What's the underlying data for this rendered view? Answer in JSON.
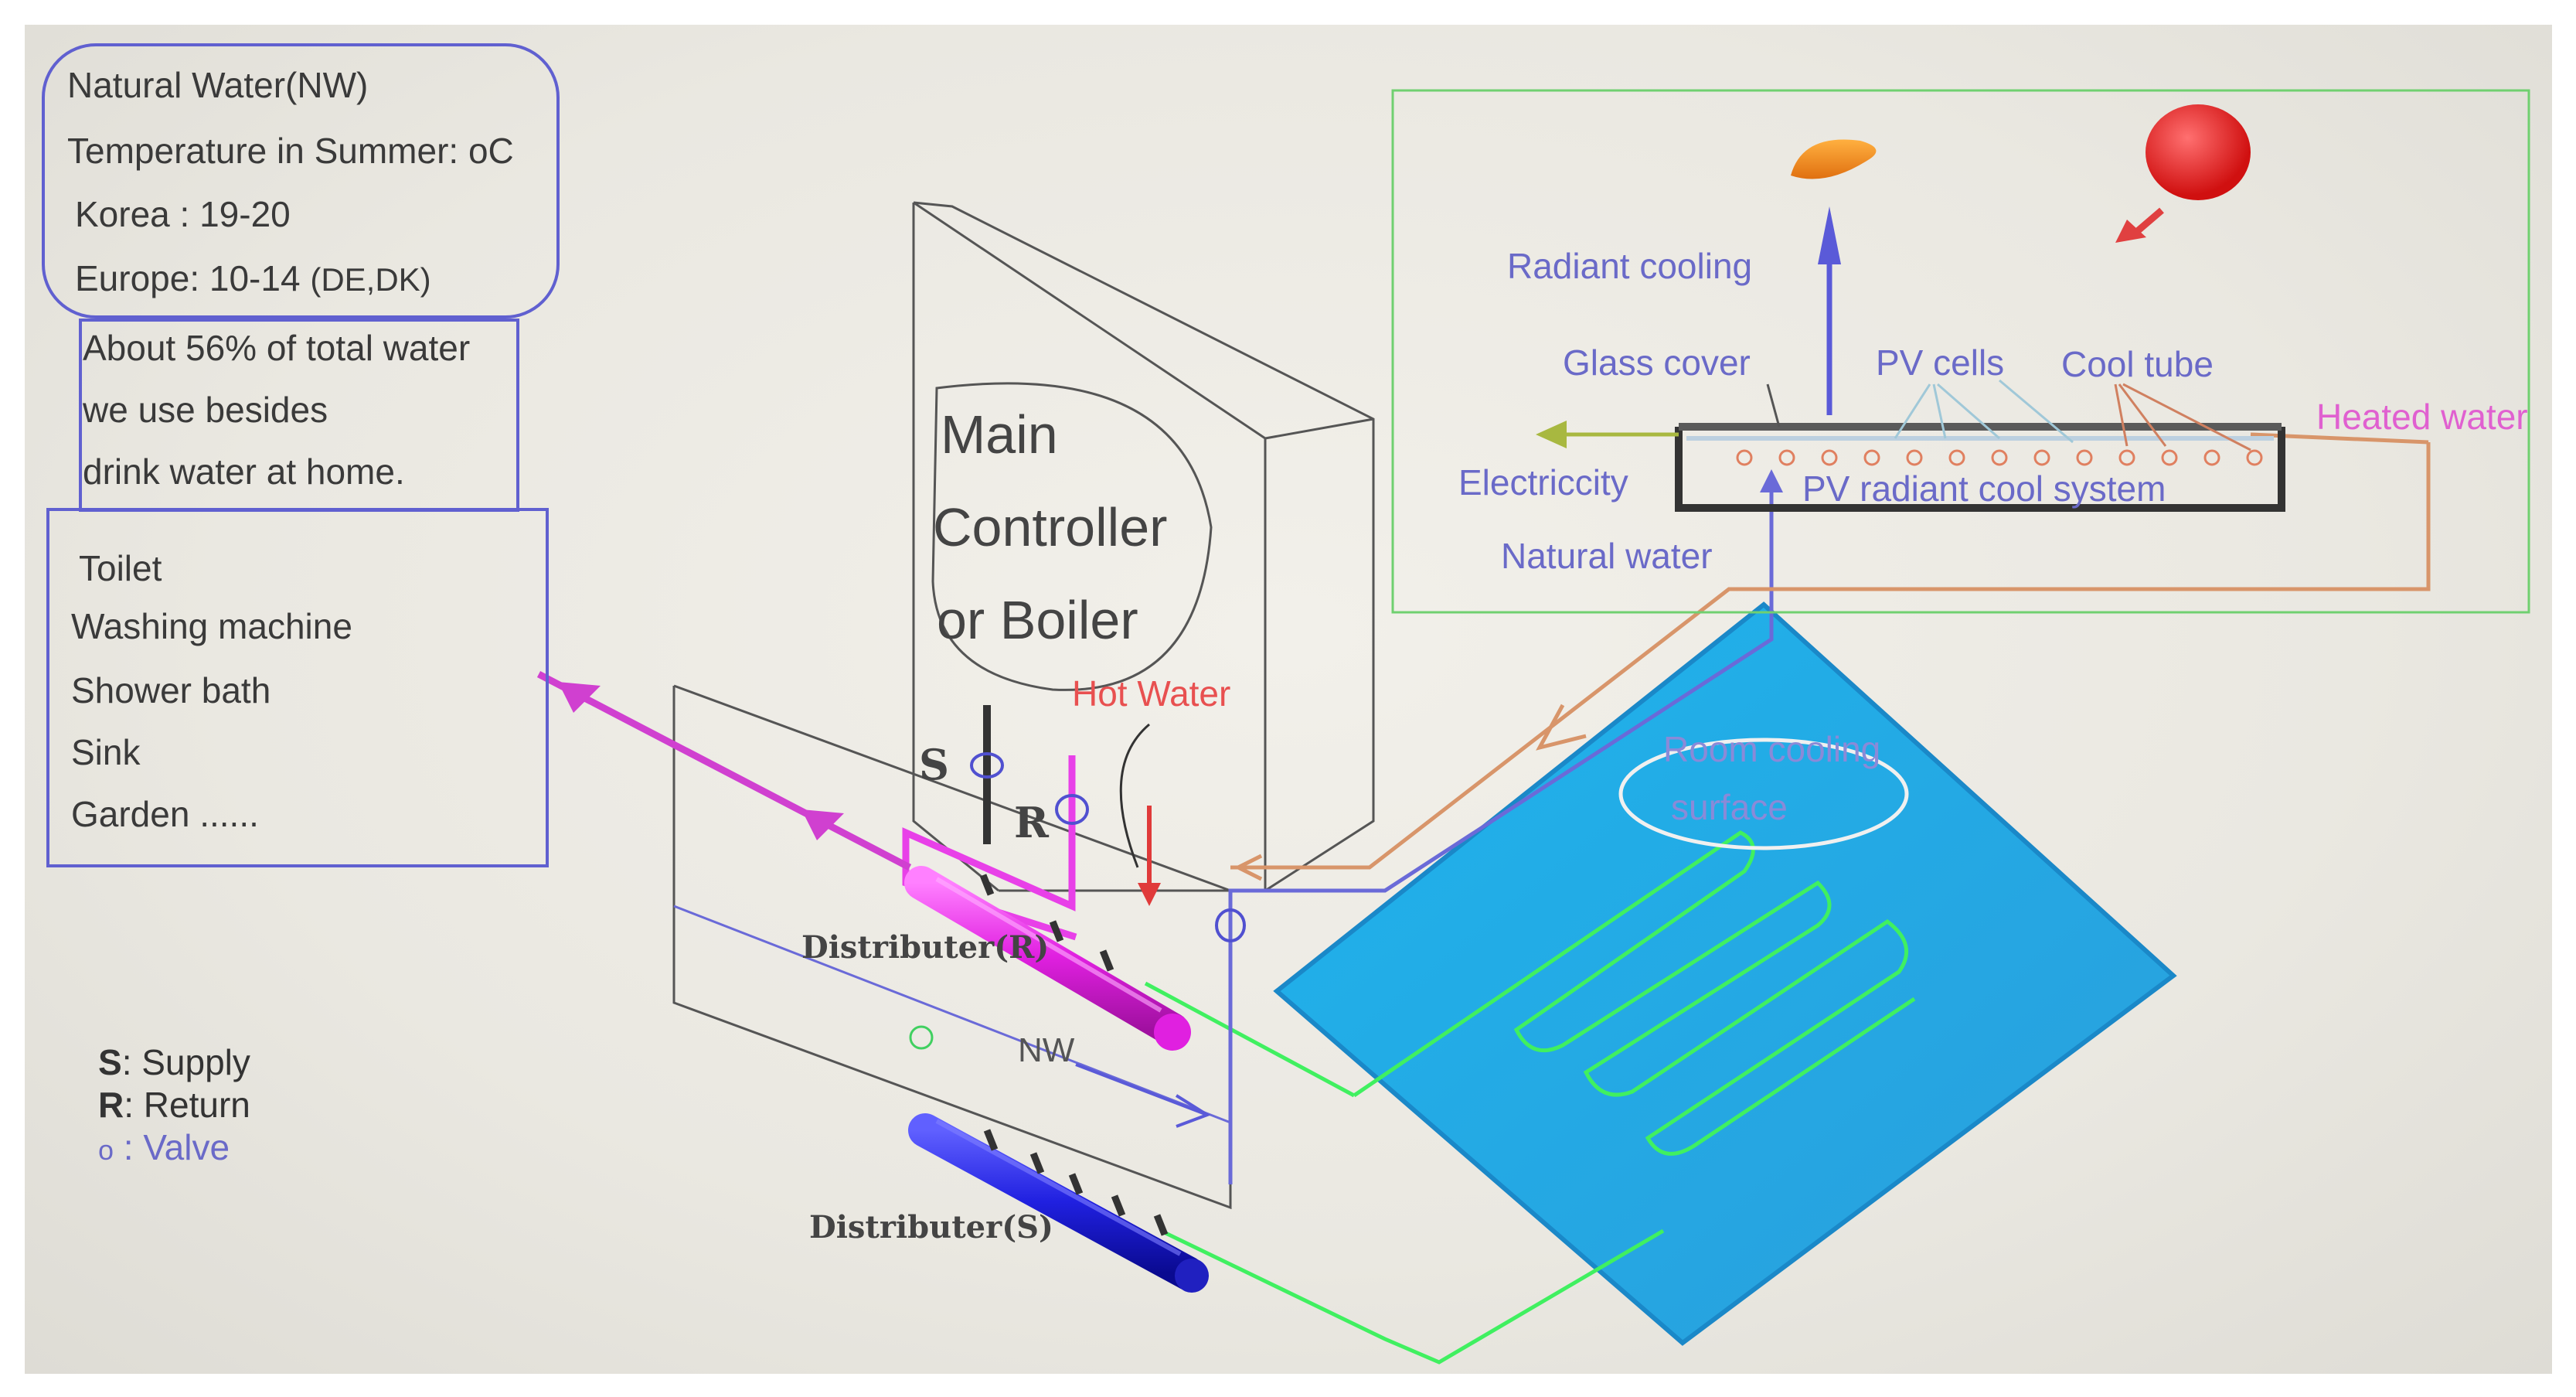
{
  "nw_box": {
    "title": "Natural Water(NW)",
    "temp_label": "Temperature in Summer: ",
    "temp_unit": "oC",
    "korea": "Korea : 19-20",
    "europe_label": "Europe: 10-14",
    "europe_note": "(DE,DK)"
  },
  "usage_box": {
    "line1": "About 56% of total water",
    "line2": "we  use besides",
    "line3": "drink water at home."
  },
  "uses_list": [
    "Toilet",
    "Washing  machine",
    "Shower bath",
    "Sink",
    "Garden ......"
  ],
  "controller": {
    "line1": "Main",
    "line2": "Controller",
    "line3": "or Boiler"
  },
  "labels": {
    "hot_water": "Hot Water",
    "supply_letter": "S",
    "return_letter": "R",
    "distributer_r": "Distributer(R)",
    "distributer_s": "Distributer(S)",
    "nw": "NW",
    "room_cooling_1": "Room cooling",
    "room_cooling_2": "surface"
  },
  "legend": {
    "s_key": "S",
    "s_text": ": Supply",
    "r_key": "R",
    "r_text": ": Return",
    "v_key": "o",
    "v_text": " : Valve"
  },
  "pv_panel": {
    "radiant_cooling": "Radiant cooling",
    "glass_cover": "Glass cover",
    "pv_cells": "PV cells",
    "cool_tube": "Cool tube",
    "heated_water": "Heated water",
    "electricity": "Electriccity",
    "pv_system": "PV radiant cool system",
    "natural_water": "Natural water"
  },
  "colors": {
    "box_border": "#6060d0",
    "pink": "#e040e0",
    "hot": "#e04040",
    "green": "#30e050",
    "blue_pipe": "#6a6ad8",
    "orange": "#d89060",
    "panel": "#2ab8e8",
    "panel_border": "#60d060"
  }
}
